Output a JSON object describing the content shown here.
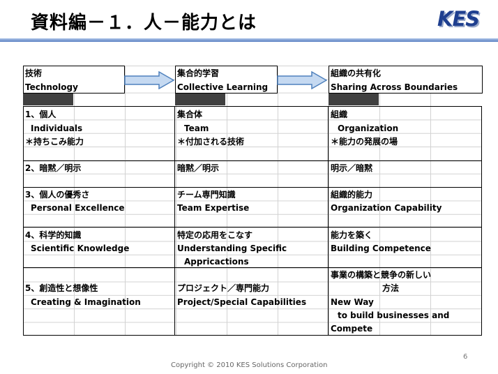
{
  "header": {
    "title": "資料編－１．人－能力とは",
    "logo": "KES"
  },
  "headers": [
    {
      "jp": "技術",
      "en": "Technology"
    },
    {
      "jp": "集合的学習",
      "en": "Collective  Learning"
    },
    {
      "jp": "組織の共有化",
      "en": "Sharing  Across  Boundaries"
    }
  ],
  "col1": {
    "r1a": "1、個人",
    "r1b": "Individuals",
    "r1c": "＊持ちこみ能力",
    "r2": "2、暗黙／明示",
    "r3a": "3、個人の優秀さ",
    "r3b": "Personal  Excellence",
    "r4a": "4、科学的知識",
    "r4b": "Scientific  Knowledge",
    "r5a": "5、創造性と想像性",
    "r5b": "Creating  &  Imagination"
  },
  "col2": {
    "r1a": "集合体",
    "r1b": "Team",
    "r1c": "＊付加される技術",
    "r2": "暗黙／明示",
    "r3a": "チーム専門知識",
    "r3b": "Team  Expertise",
    "r4a": "特定の応用をこなす",
    "r4b": "Understanding  Specific",
    "r4c": "Appricactions",
    "r5a": "プロジェクト／専門能力",
    "r5b": "Project/Special Capabilities"
  },
  "col3": {
    "r1a": "組織",
    "r1b": "Organization",
    "r1c": "＊能力の発展の場",
    "r2": "明示／暗黙",
    "r3a": "組織的能力",
    "r3b": "Organization  Capability",
    "r4a": "能力を築く",
    "r4b": "Building  Competence",
    "r5a": "事業の構築と競争の新しい",
    "r5b": "方法",
    "r5c": "New  Way",
    "r5d": "to build businesses and",
    "r5e": "Compete"
  },
  "footer": {
    "page": "6",
    "copyright": "Copyright  © 2010 KES Solutions Corporation"
  },
  "colors": {
    "accent": "#1f3f8f",
    "arrow_fill": "#c5d9f1",
    "arrow_stroke": "#4f81bd"
  }
}
